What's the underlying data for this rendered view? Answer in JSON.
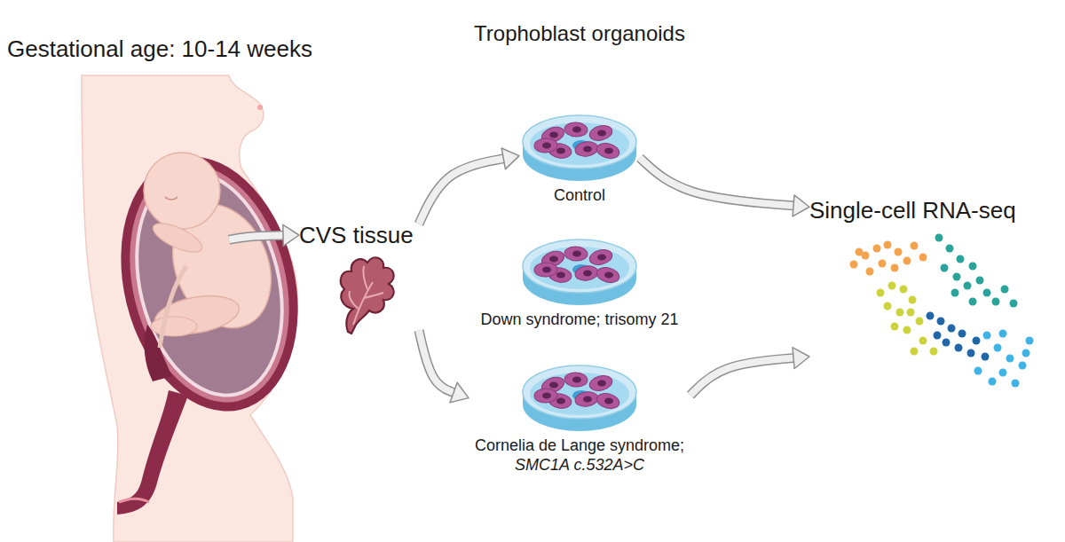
{
  "diagram": {
    "nodes": [
      {
        "text": [
          "Gestational age: 10-14 weeks"
        ]
      },
      {
        "text": [
          "CVS tissue"
        ]
      },
      {
        "text": [
          "Control"
        ]
      },
      {
        "text": [
          "Down syndrome; trisomy 21"
        ]
      },
      {
        "text": [
          "Cornelia de Lange syndrome;",
          "SMC1A c.532A>C"
        ]
      },
      {
        "text": [
          "Single-cell RNA-seq"
        ]
      }
    ],
    "edges": [
      {
        "from": 0,
        "to": 1,
        "arrow": "to"
      },
      {
        "from": 1,
        "to": 2,
        "arrow": "to"
      },
      {
        "from": 1,
        "to": 4,
        "arrow": "to"
      },
      {
        "from": 2,
        "to": 5,
        "arrow": "to"
      },
      {
        "from": 4,
        "to": 5,
        "arrow": "to"
      }
    ],
    "labels": [
      "Trophoblast organoids"
    ]
  }
}
